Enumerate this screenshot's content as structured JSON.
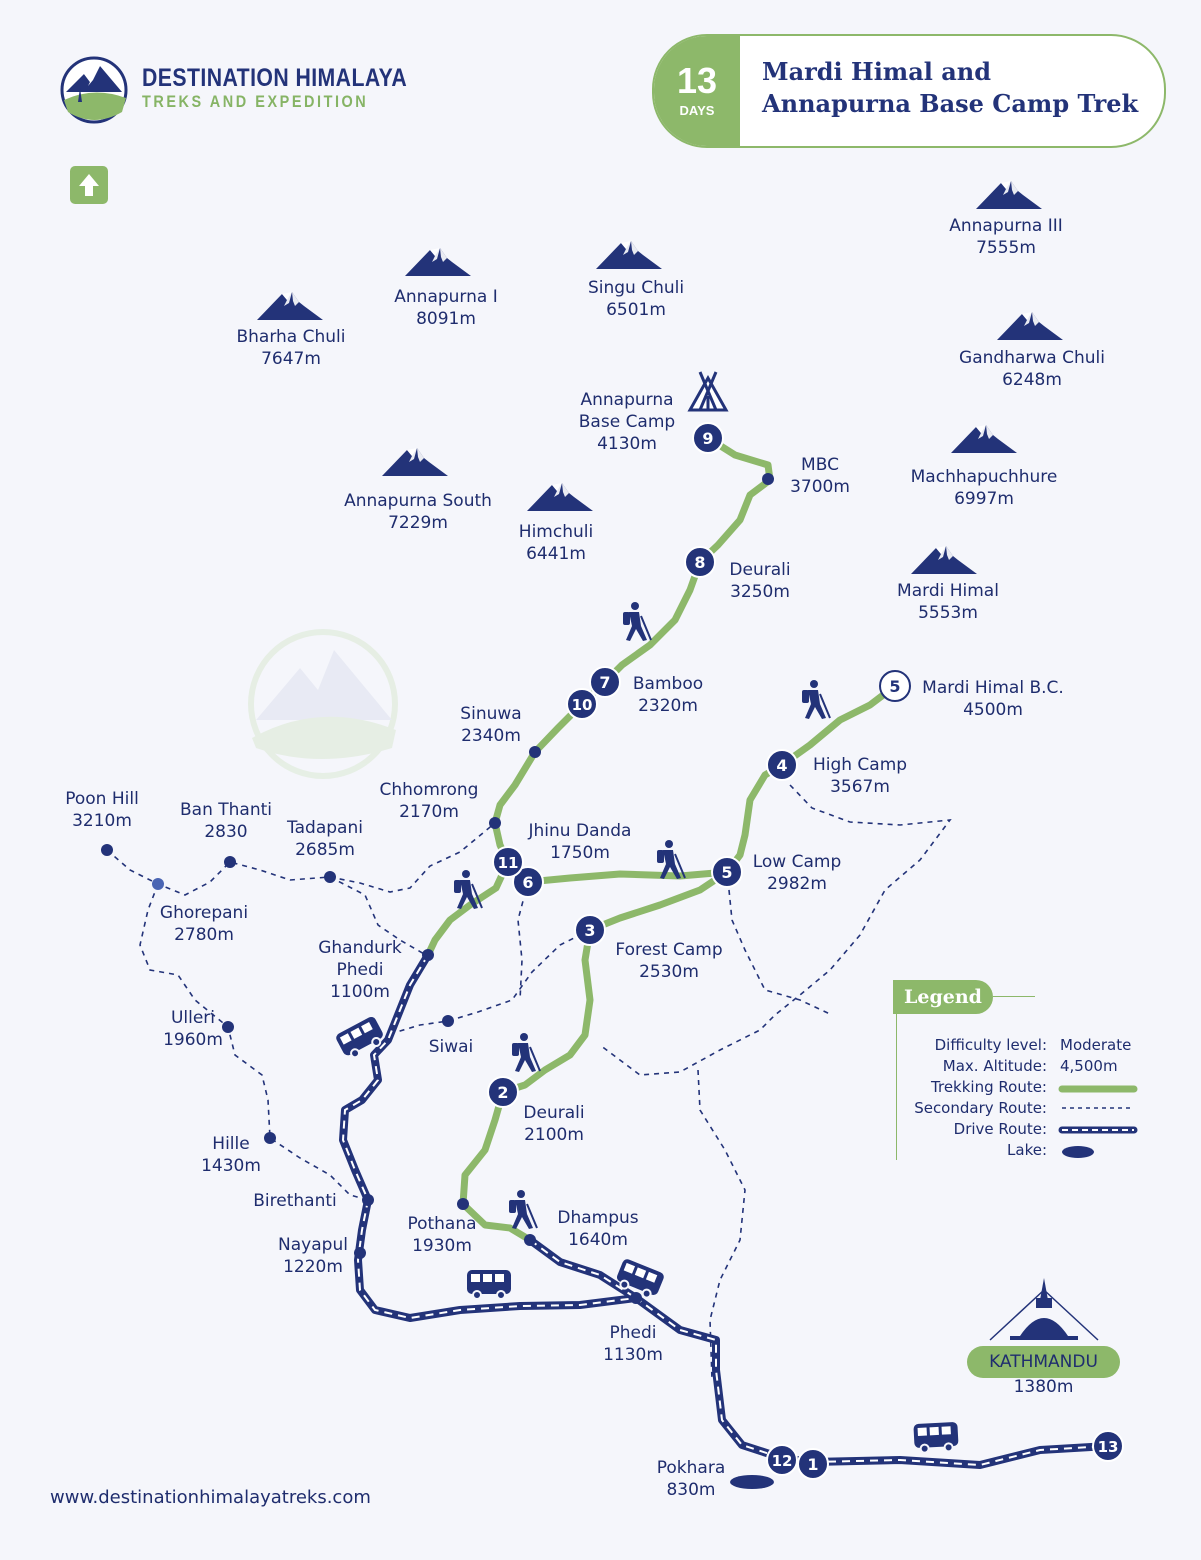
{
  "brand": {
    "name": "DESTINATION HIMALAYA",
    "tagline": "TREKS AND EXPEDITION",
    "website": "www.destinationhimalayatreks.com"
  },
  "trip": {
    "days": "13",
    "days_label": "DAYS",
    "title": "Mardi Himal and Annapurna Base Camp Trek"
  },
  "icons": {
    "north": "up-arrow-icon",
    "peak": "mountain-icon",
    "camp": "tent-icon",
    "trekker": "hiker-icon",
    "bus": "bus-icon",
    "stupa": "stupa-icon"
  },
  "colors": {
    "navy": "#233379",
    "green": "#8db86a",
    "background": "#f5f6fb"
  },
  "peaks": [
    {
      "name": "Bharha Chuli",
      "alt": "7647m"
    },
    {
      "name": "Annapurna I",
      "alt": "8091m"
    },
    {
      "name": "Singu Chuli",
      "alt": "6501m"
    },
    {
      "name": "Annapurna III",
      "alt": "7555m"
    },
    {
      "name": "Gandharwa Chuli",
      "alt": "6248m"
    },
    {
      "name": "Annapurna South",
      "alt": "7229m"
    },
    {
      "name": "Himchuli",
      "alt": "6441m"
    },
    {
      "name": "Machhapuchhure",
      "alt": "6997m"
    },
    {
      "name": "Mardi Himal",
      "alt": "5553m"
    }
  ],
  "places": [
    {
      "name": "Annapurna Base Camp",
      "alt": "4130m"
    },
    {
      "name": "MBC",
      "alt": "3700m"
    },
    {
      "name": "Deurali",
      "alt": "3250m"
    },
    {
      "name": "Bamboo",
      "alt": "2320m"
    },
    {
      "name": "Sinuwa",
      "alt": "2340m"
    },
    {
      "name": "Mardi Himal B.C.",
      "alt": "4500m"
    },
    {
      "name": "High Camp",
      "alt": "3567m"
    },
    {
      "name": "Chhomrong",
      "alt": "2170m"
    },
    {
      "name": "Jhinu Danda",
      "alt": "1750m"
    },
    {
      "name": "Low Camp",
      "alt": "2982m"
    },
    {
      "name": "Poon Hill",
      "alt": "3210m"
    },
    {
      "name": "Ban Thanti",
      "alt": "2830"
    },
    {
      "name": "Tadapani",
      "alt": "2685m"
    },
    {
      "name": "Ghorepani",
      "alt": "2780m"
    },
    {
      "name": "Ghandurk Phedi",
      "alt": "1100m"
    },
    {
      "name": "Forest Camp",
      "alt": "2530m"
    },
    {
      "name": "Ulleri",
      "alt": "1960m"
    },
    {
      "name": "Siwai",
      "alt": ""
    },
    {
      "name": "Deurali",
      "alt": "2100m"
    },
    {
      "name": "Hille",
      "alt": "1430m"
    },
    {
      "name": "Birethanti",
      "alt": ""
    },
    {
      "name": "Nayapul",
      "alt": "1220m"
    },
    {
      "name": "Pothana",
      "alt": "1930m"
    },
    {
      "name": "Dhampus",
      "alt": "1640m"
    },
    {
      "name": "Phedi",
      "alt": "1130m"
    },
    {
      "name": "Pokhara",
      "alt": "830m"
    },
    {
      "name": "KATHMANDU",
      "alt": "1380m"
    }
  ],
  "stops": [
    "1",
    "2",
    "3",
    "4",
    "5",
    "5",
    "6",
    "7",
    "8",
    "9",
    "10",
    "11",
    "12",
    "13"
  ],
  "legend": {
    "title": "Legend",
    "difficulty_label": "Difficulty level:",
    "difficulty_value": "Moderate",
    "altitude_label": "Max. Altitude:",
    "altitude_value": "4,500m",
    "trekking_route": "Trekking Route:",
    "secondary_route": "Secondary Route:",
    "drive_route": "Drive Route:",
    "lake": "Lake:"
  }
}
